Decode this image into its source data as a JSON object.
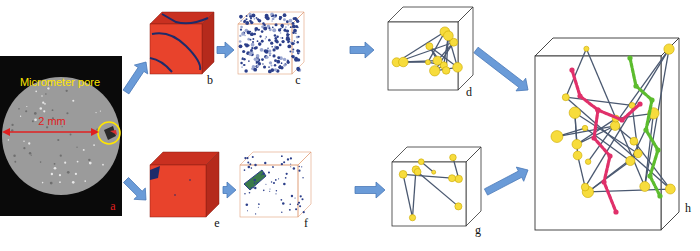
{
  "diagram": {
    "labels": [
      "Micrometer pore",
      "2 mm",
      "a",
      "b",
      "c",
      "d",
      "e",
      "f",
      "g",
      "h"
    ]
  }
}
